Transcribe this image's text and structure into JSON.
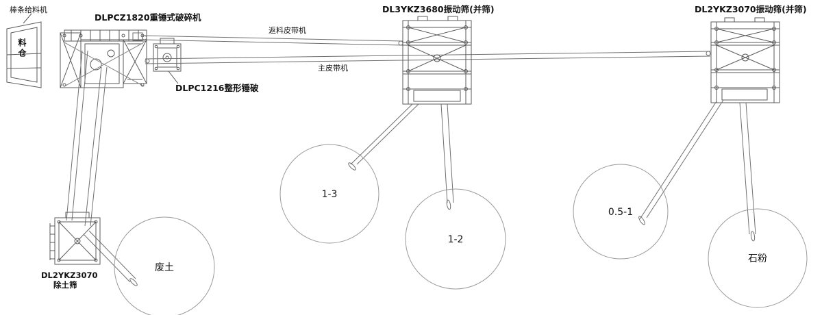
{
  "labels": {
    "feeder": "棒条给料机",
    "hopper": "料仓",
    "crusher": "DLPCZ1820重锤式破碎机",
    "shaper": "DLPC1216整形锤破",
    "return_belt": "返料皮带机",
    "main_belt": "主皮带机",
    "screen1": "DL3YKZ3680振动筛(并筛)",
    "screen2": "DL2YKZ3070振动筛(并筛)",
    "soil_screen_model": "DL2YKZ3070",
    "soil_screen_name": "除土筛"
  },
  "outputs": [
    {
      "label": "废土"
    },
    {
      "label": "1-3"
    },
    {
      "label": "1-2"
    },
    {
      "label": "0.5-1"
    },
    {
      "label": "石粉"
    }
  ],
  "colors": {
    "equipment_line": "#5a5a5a",
    "belt_line": "#6f6f6f",
    "circle_line": "#9a9a9a",
    "text": "#111111"
  }
}
